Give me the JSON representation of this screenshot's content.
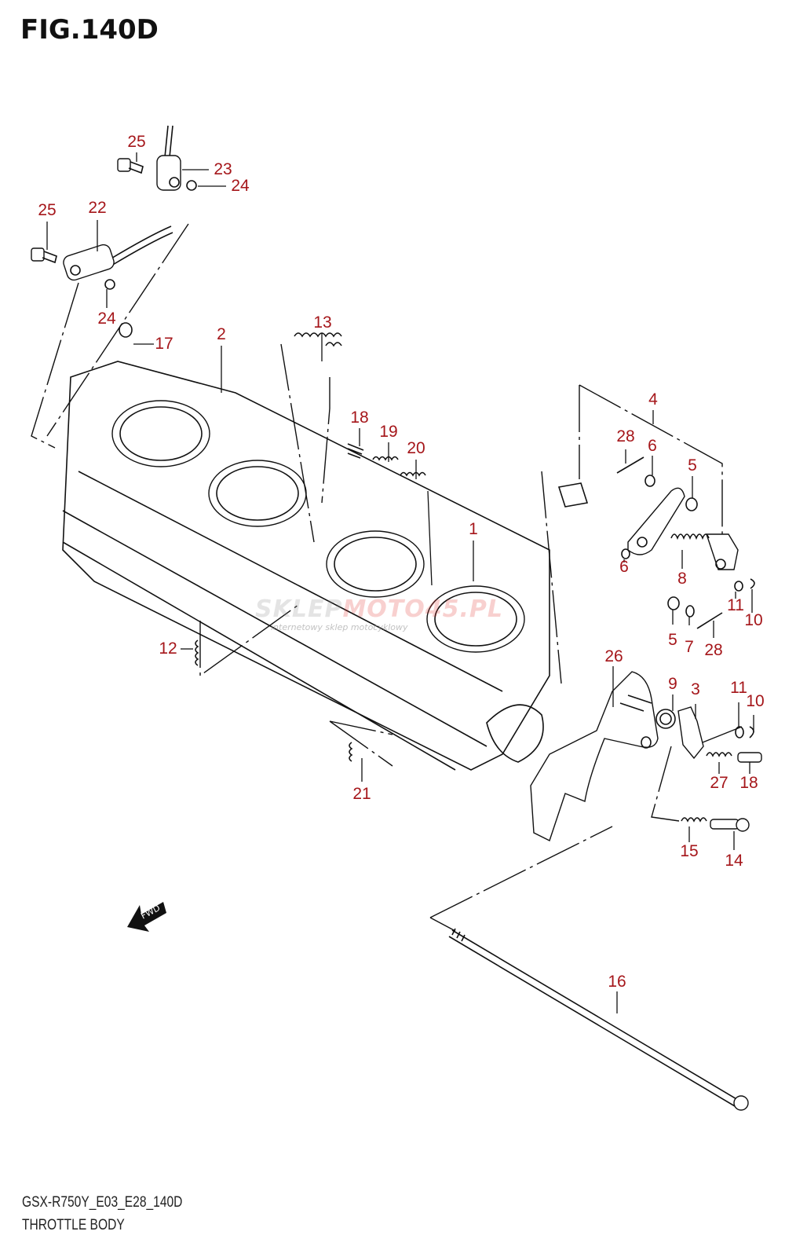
{
  "figure": {
    "title": "FIG.140D",
    "model_code": "GSX-R750Y_E03_E28_140D",
    "section_name": "THROTTLE BODY"
  },
  "colors": {
    "callout": "#a5161a",
    "line": "#111111",
    "background": "#ffffff"
  },
  "watermark": {
    "part_a": "SKLEP",
    "part_b": "MOTO45.PL",
    "subtitle": "internetowy sklep motocyklowy"
  },
  "fwd_marker": {
    "label": "FWD",
    "icon": "fwd-arrow-icon"
  },
  "callouts": [
    {
      "id": "c25a",
      "label": "25"
    },
    {
      "id": "c23",
      "label": "23"
    },
    {
      "id": "c24a",
      "label": "24"
    },
    {
      "id": "c25b",
      "label": "25"
    },
    {
      "id": "c22",
      "label": "22"
    },
    {
      "id": "c24b",
      "label": "24"
    },
    {
      "id": "c17",
      "label": "17"
    },
    {
      "id": "c2",
      "label": "2"
    },
    {
      "id": "c13",
      "label": "13"
    },
    {
      "id": "c18a",
      "label": "18"
    },
    {
      "id": "c19",
      "label": "19"
    },
    {
      "id": "c20",
      "label": "20"
    },
    {
      "id": "c1",
      "label": "1"
    },
    {
      "id": "c12",
      "label": "12"
    },
    {
      "id": "c21",
      "label": "21"
    },
    {
      "id": "c4",
      "label": "4"
    },
    {
      "id": "c28a",
      "label": "28"
    },
    {
      "id": "c6a",
      "label": "6"
    },
    {
      "id": "c5a",
      "label": "5"
    },
    {
      "id": "c6b",
      "label": "6"
    },
    {
      "id": "c8",
      "label": "8"
    },
    {
      "id": "c11a",
      "label": "11"
    },
    {
      "id": "c10a",
      "label": "10"
    },
    {
      "id": "c5b",
      "label": "5"
    },
    {
      "id": "c7",
      "label": "7"
    },
    {
      "id": "c28b",
      "label": "28"
    },
    {
      "id": "c26",
      "label": "26"
    },
    {
      "id": "c9",
      "label": "9"
    },
    {
      "id": "c3",
      "label": "3"
    },
    {
      "id": "c11b",
      "label": "11"
    },
    {
      "id": "c10b",
      "label": "10"
    },
    {
      "id": "c27",
      "label": "27"
    },
    {
      "id": "c18b",
      "label": "18"
    },
    {
      "id": "c15",
      "label": "15"
    },
    {
      "id": "c14",
      "label": "14"
    },
    {
      "id": "c16",
      "label": "16"
    }
  ]
}
